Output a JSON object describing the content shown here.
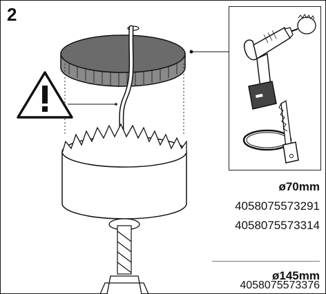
{
  "step": {
    "number": "2"
  },
  "icons": {
    "warning": "warning-triangle-icon",
    "drill": "cordless-drill-icon",
    "saw": "keyhole-saw-icon",
    "hole_saw": "hole-saw-icon"
  },
  "specs": {
    "small": {
      "diameter": "ø70mm",
      "articles": [
        "4058075573291",
        "4058075573314"
      ]
    },
    "large": {
      "diameter": "ø145mm",
      "articles": [
        "4058075573376"
      ]
    }
  },
  "colors": {
    "canopy": "#6b6b6b",
    "line": "#111111",
    "background": "#ffffff"
  }
}
